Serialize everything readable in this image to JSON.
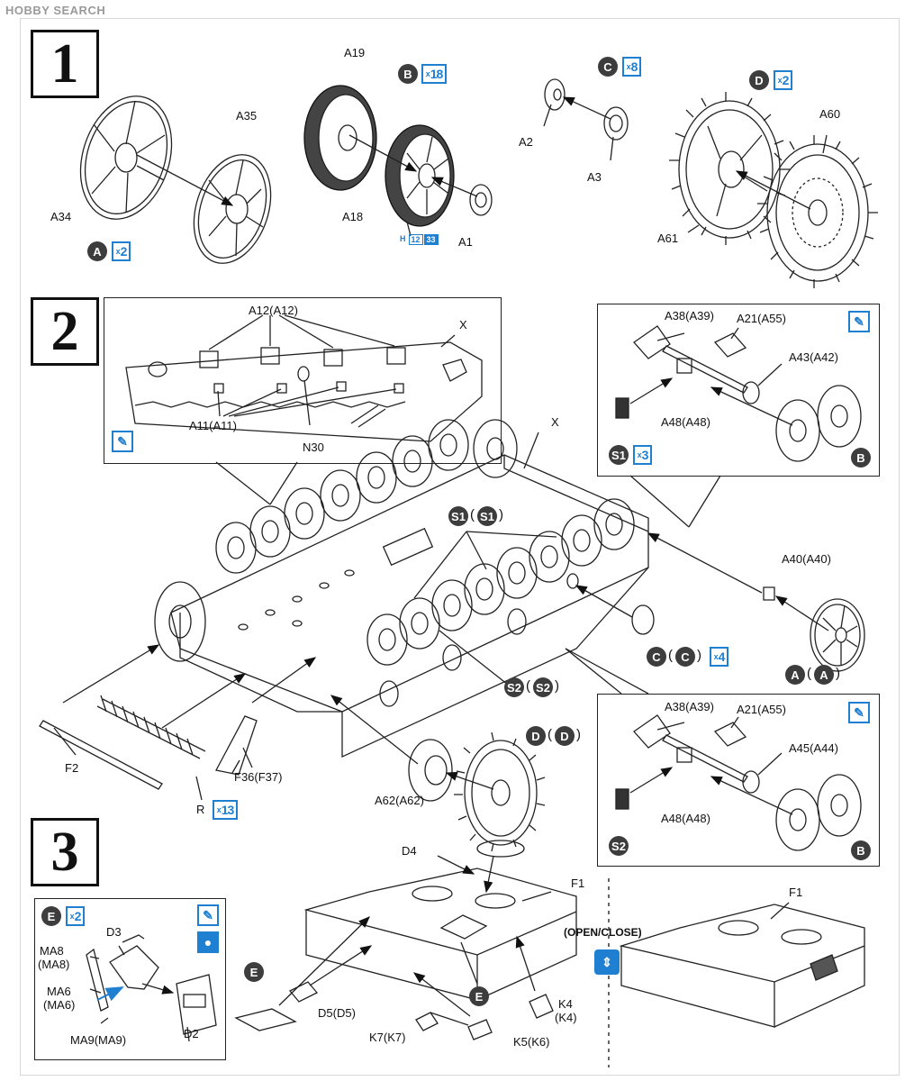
{
  "watermark": "HOBBY SEARCH",
  "steps": {
    "s1": "1",
    "s2": "2",
    "s3": "3"
  },
  "step1": {
    "labels": {
      "a34": "A34",
      "a35": "A35",
      "a19": "A19",
      "a18": "A18",
      "a1": "A1",
      "a2": "A2",
      "a3": "A3",
      "a60": "A60",
      "a61": "A61"
    },
    "sprues": {
      "a": "A",
      "b": "B",
      "c": "C",
      "d": "D"
    },
    "qty": {
      "a": "2",
      "b": "18",
      "c": "8",
      "d": "2"
    },
    "color_code": {
      "h": "H",
      "n1": "12",
      "n2": "33"
    }
  },
  "step2": {
    "callout_left": {
      "a12": "A12(A12)",
      "x": "X",
      "a11": "A11(A11)",
      "n30": "N30"
    },
    "callout_right_top": {
      "a38": "A38(A39)",
      "a21": "A21(A55)",
      "a43": "A43(A42)",
      "a48": "A48(A48)",
      "s1": "S1",
      "qty": "3",
      "b": "B"
    },
    "callout_right_bottom": {
      "a38": "A38(A39)",
      "a21": "A21(A55)",
      "a45": "A45(A44)",
      "a48": "A48(A48)",
      "s2": "S2",
      "b": "B"
    },
    "main": {
      "x": "X",
      "s1": "S1",
      "s1p": "S1",
      "s2": "S2",
      "s2p": "S2",
      "a40": "A40(A40)",
      "c": "C",
      "cp": "C",
      "c_qty": "4",
      "a": "A",
      "ap": "A",
      "d": "D",
      "dp": "D",
      "a62": "A62(A62)",
      "f36": "F36(F37)",
      "f2": "F2",
      "r": "R",
      "r_qty": "13"
    }
  },
  "step3": {
    "inset": {
      "e": "E",
      "qty": "2",
      "d3": "D3",
      "ma8": "MA8",
      "ma8p": "(MA8)",
      "ma6": "MA6",
      "ma6p": "(MA6)",
      "ma9": "MA9(MA9)",
      "d2": "D2"
    },
    "main": {
      "d4": "D4",
      "f1": "F1",
      "e1": "E",
      "e2": "E",
      "d5": "D5(D5)",
      "k7": "K7(K7)",
      "k5": "K5(K6)",
      "k4": "K4",
      "k4p": "(K4)"
    },
    "openclose": "(OPEN/CLOSE)",
    "f1_alt": "F1"
  },
  "icon_colors": {
    "accent": "#1f7fd1",
    "disc": "#3d3d3d"
  }
}
